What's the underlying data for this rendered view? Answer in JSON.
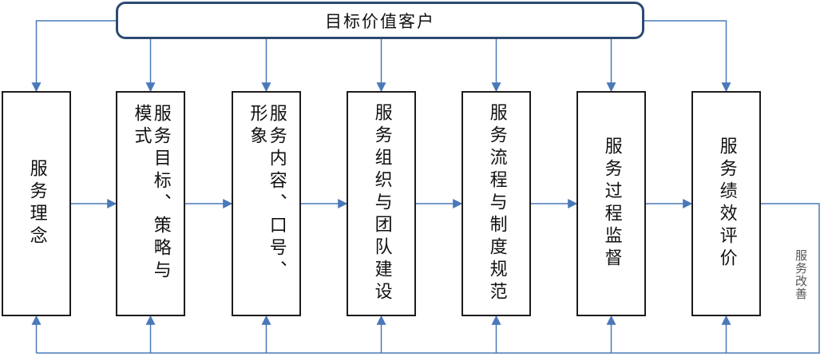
{
  "diagram": {
    "top_node": {
      "label": "目标价值客户"
    },
    "nodes": [
      {
        "id": "n1",
        "label": "服务理念"
      },
      {
        "id": "n2",
        "label": "服务目标、策略与模式"
      },
      {
        "id": "n3",
        "label": "服务内容、口号、形象"
      },
      {
        "id": "n4",
        "label": "服务组织与团队建设"
      },
      {
        "id": "n5",
        "label": "服务流程与制度规范"
      },
      {
        "id": "n6",
        "label": "服务过程监督"
      },
      {
        "id": "n7",
        "label": "服务绩效评价"
      }
    ],
    "feedback_label": "服务改善",
    "colors": {
      "arrow": "#4a78b8",
      "top_border": "#2c4a72",
      "box_border": "#1c1c1c"
    }
  }
}
